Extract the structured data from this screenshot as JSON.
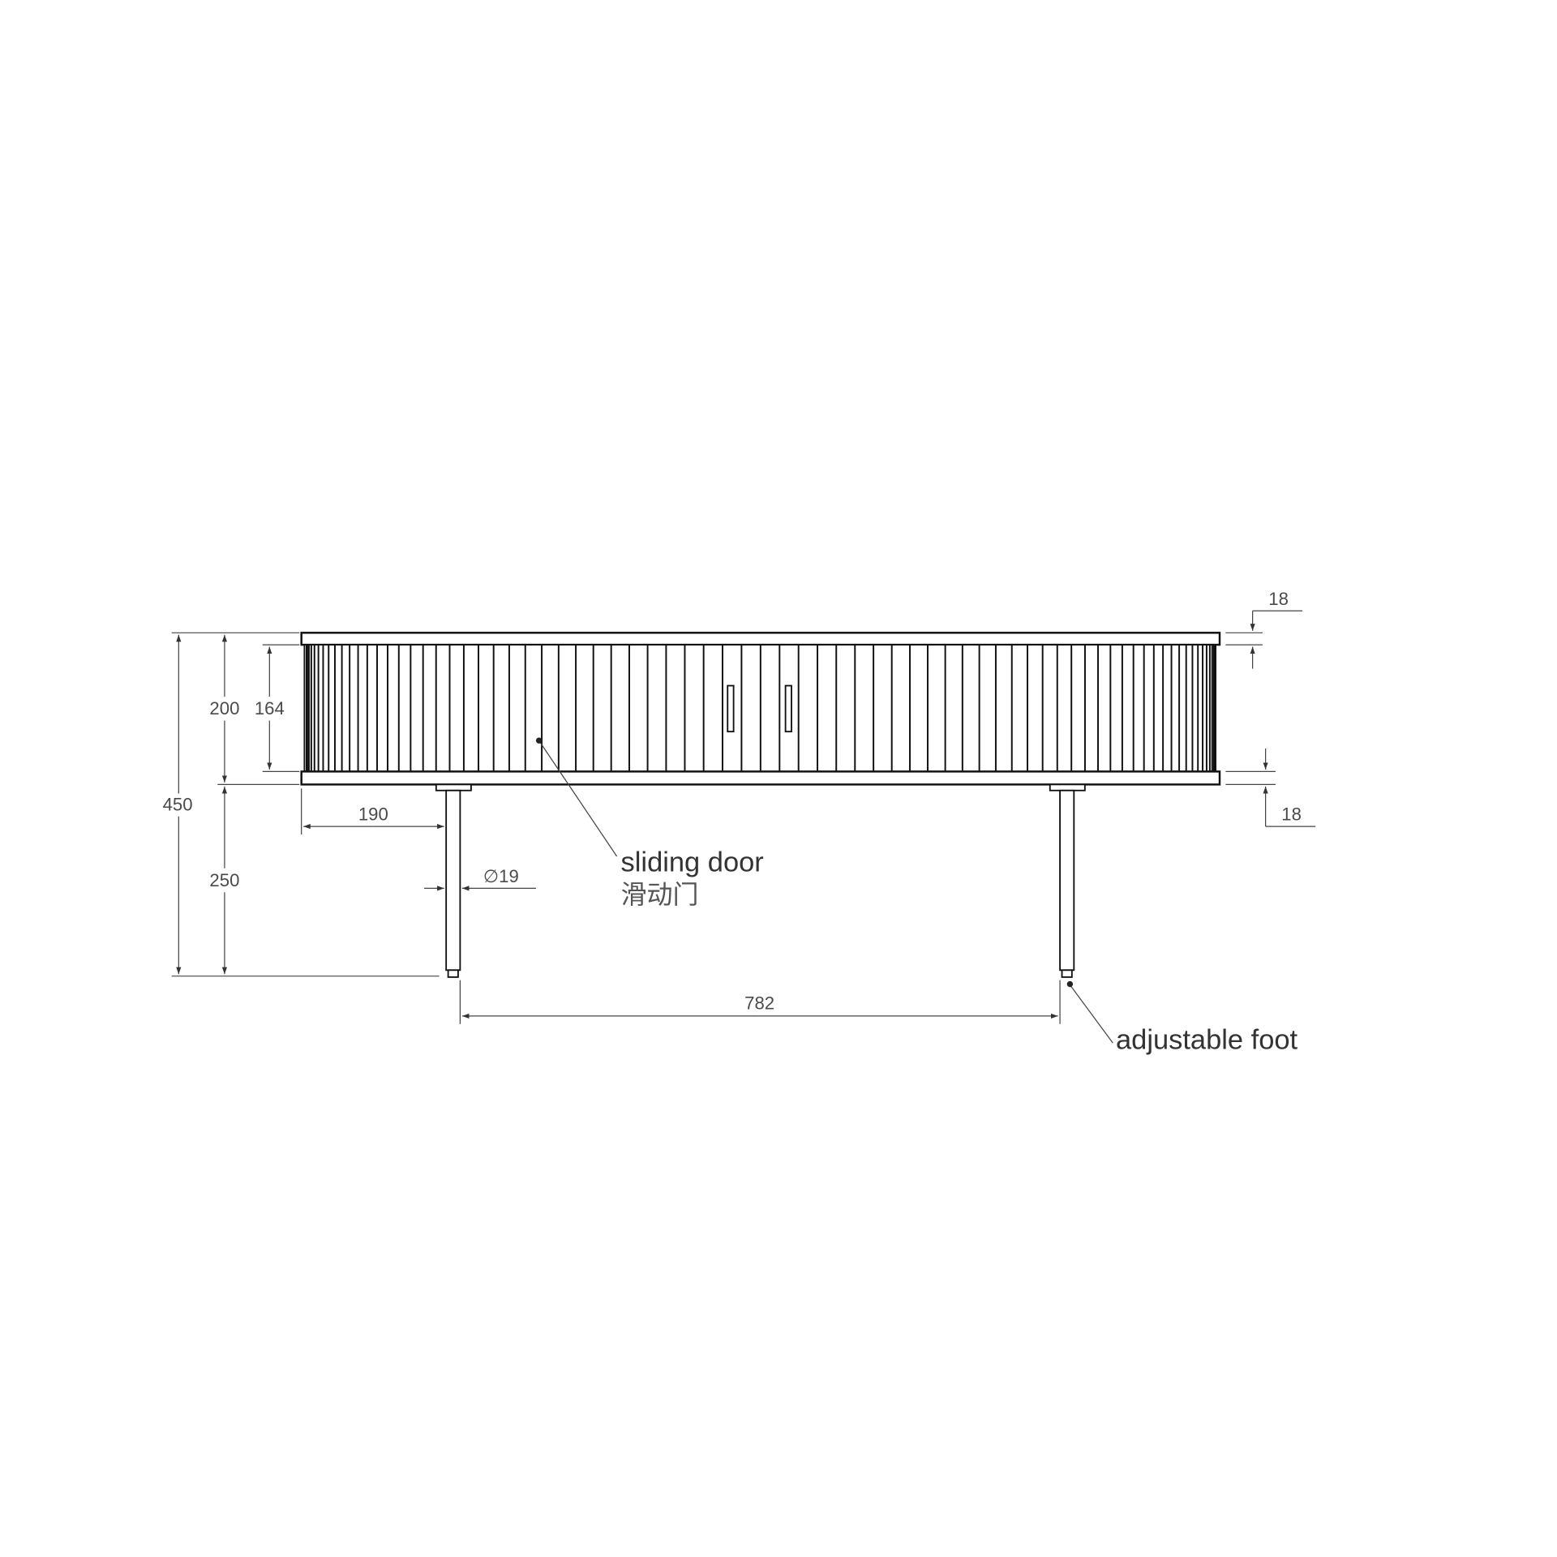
{
  "drawing": {
    "dimensions": {
      "total_height": "450",
      "cabinet_height": "200",
      "door_height": "164",
      "leg_height": "250",
      "leg_offset": "190",
      "leg_diameter": "∅19",
      "leg_spacing": "782",
      "top_board": "18",
      "bottom_board": "18"
    },
    "labels": {
      "sliding_door": "sliding door",
      "sliding_door_cn": "滑动门",
      "adjustable_foot": "adjustable foot"
    },
    "slat_count": 75
  }
}
